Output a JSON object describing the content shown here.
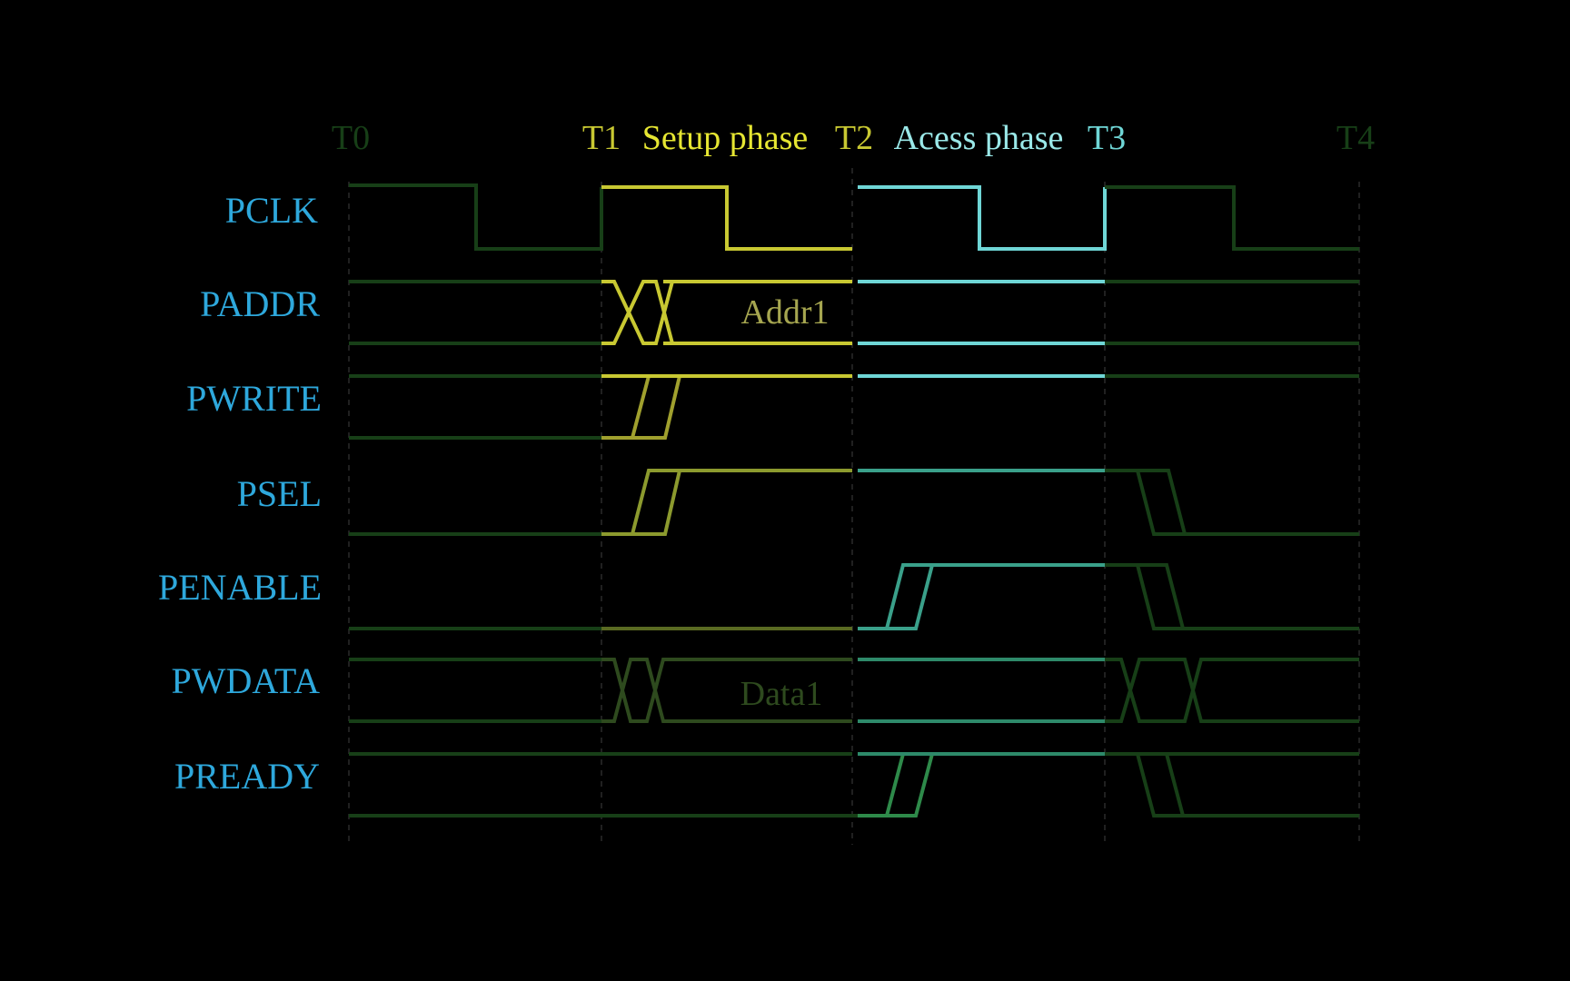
{
  "time_markers": [
    {
      "id": "t0",
      "label": "T0"
    },
    {
      "id": "t1",
      "label": "T1"
    },
    {
      "id": "t2",
      "label": "T2"
    },
    {
      "id": "t3",
      "label": "T3"
    },
    {
      "id": "t4",
      "label": "T4"
    }
  ],
  "phases": [
    {
      "id": "setup",
      "label": "Setup phase"
    },
    {
      "id": "access",
      "label": "Acess phase"
    }
  ],
  "signals": [
    {
      "id": "pclk",
      "label": "PCLK"
    },
    {
      "id": "paddr",
      "label": "PADDR",
      "bus_value": "Addr1"
    },
    {
      "id": "pwrite",
      "label": "PWRITE"
    },
    {
      "id": "psel",
      "label": "PSEL"
    },
    {
      "id": "penable",
      "label": "PENABLE"
    },
    {
      "id": "pwdata",
      "label": "PWDATA",
      "bus_value": "Data1"
    },
    {
      "id": "pready",
      "label": "PREADY"
    }
  ],
  "colors": {
    "signal_label": "#2ea8dc",
    "inactive": "#173f17",
    "setup": "#c8c832",
    "setup_dim": "#8c9a2e",
    "access": "#6fd6d6",
    "access_dim": "#3aa08a",
    "dark_wave": "#2e4a1e"
  }
}
